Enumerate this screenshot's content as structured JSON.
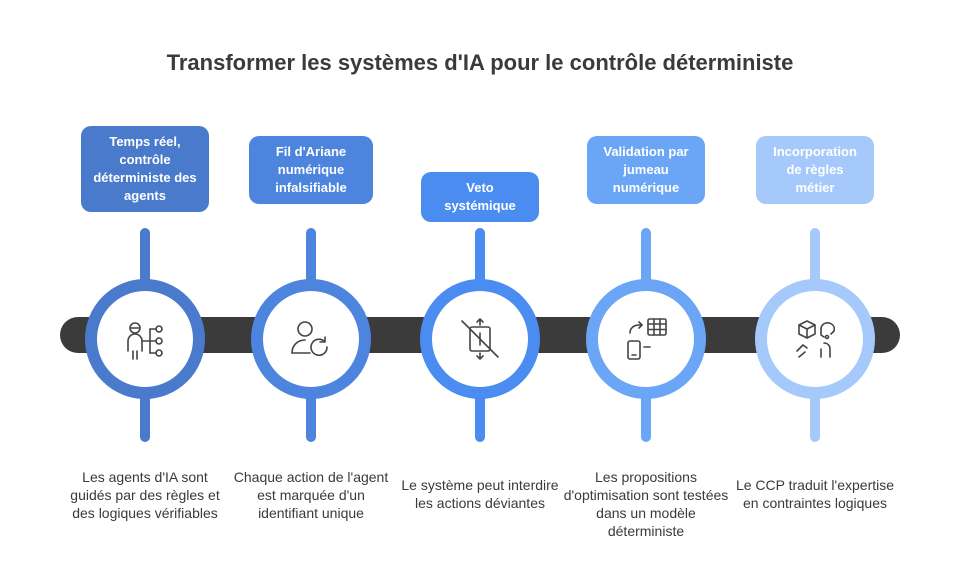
{
  "title": "Transformer les systèmes d'IA pour le contrôle déterministe",
  "steps": [
    {
      "label": "Temps réel, contrôle déterministe des agents",
      "description": "Les agents d'IA sont guidés par des règles et des logiques vérifiables",
      "icon": "agent-network-icon",
      "color": "#4a7acb"
    },
    {
      "label": "Fil d'Ariane numérique infalsifiable",
      "description": "Chaque action de l'agent est marquée d'un identifiant unique",
      "icon": "user-refresh-icon",
      "color": "#4d84dd"
    },
    {
      "label": "Veto systémique",
      "description": "Le système peut interdire les actions déviantes",
      "icon": "blocked-action-icon",
      "color": "#4b8cf0"
    },
    {
      "label": "Validation par jumeau numérique",
      "description": "Les propositions d'optimisation sont testées dans un modèle déterministe",
      "icon": "device-grid-sync-icon",
      "color": "#6ba6f6"
    },
    {
      "label": "Incorporation de règles métier",
      "description": "Le CCP traduit l'expertise en contraintes logiques",
      "icon": "expert-logic-icon",
      "color": "#a6c9fb"
    }
  ]
}
